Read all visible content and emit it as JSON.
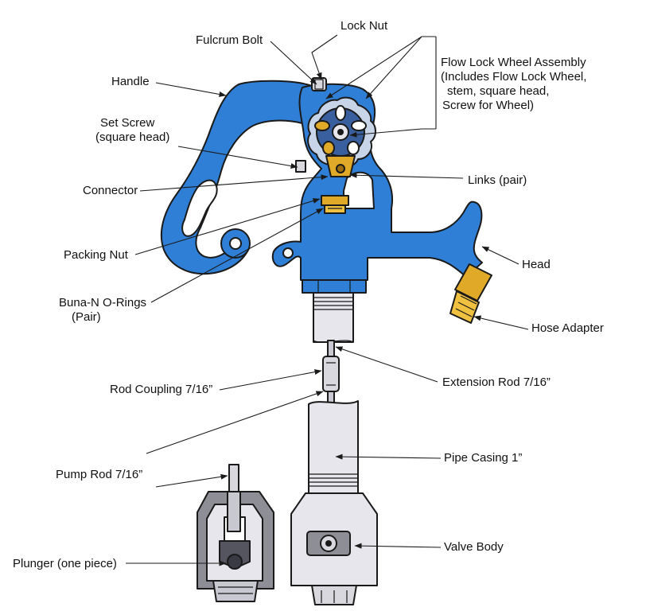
{
  "labels": {
    "lock_nut": "Lock Nut",
    "fulcrum_bolt": "Fulcrum Bolt",
    "handle": "Handle",
    "flow_lock_title": "Flow Lock Wheel Assembly",
    "flow_lock_l2": "(Includes Flow Lock Wheel,",
    "flow_lock_l3": "stem, square head,",
    "flow_lock_l4": "Screw for Wheel)",
    "set_screw": "Set Screw",
    "set_screw_sub": "(square head)",
    "links": "Links (pair)",
    "connector": "Connector",
    "packing_nut": "Packing Nut",
    "head": "Head",
    "buna_rings": "Buna-N O-Rings",
    "buna_rings_sub": "(Pair)",
    "hose_adapter": "Hose Adapter",
    "extension_rod": "Extension Rod 7/16”",
    "rod_coupling": "Rod Coupling 7/16”",
    "pipe_casing": "Pipe Casing 1”",
    "pump_rod": "Pump Rod 7/16”",
    "valve_body": "Valve Body",
    "plunger": "Plunger (one piece)"
  },
  "colors": {
    "body_blue": "#2f7fd6",
    "wheel_blue": "#3a5f9e",
    "brass": "#e0a928",
    "brass_dark": "#9a6d10",
    "steel": "#e6e6ec",
    "steel_dark": "#8e8e96",
    "outline": "#1a1a1a"
  }
}
